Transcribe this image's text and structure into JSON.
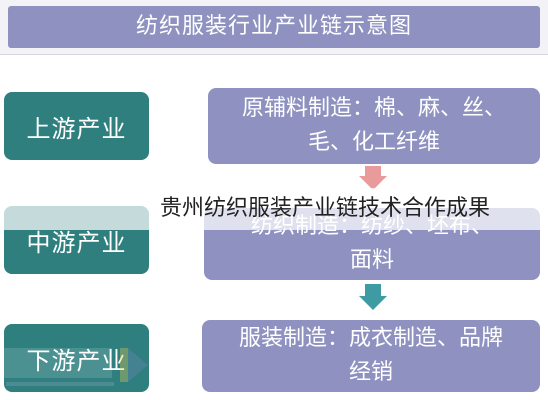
{
  "header": {
    "title": "纺织服装行业产业链示意图"
  },
  "stages": [
    {
      "label": "上游产业"
    },
    {
      "label": "中游产业"
    },
    {
      "label": "下游产业"
    }
  ],
  "descriptions": [
    {
      "line1": "原辅料制造：棉、麻、丝、",
      "line2": "毛、化工纤维"
    },
    {
      "line1": "纺织制造：纺纱、坯布、",
      "line2": "面料"
    },
    {
      "line1": "服装制造：成衣制造、品牌",
      "line2": "经销"
    }
  ],
  "overlay": {
    "caption": "贵州纺织服装产业链技术合作成果"
  },
  "colors": {
    "header": "#8f92c0",
    "stage_box": "#2f7f7f",
    "desc_box": "#8f92c0",
    "arrow_top": "#e99a9a",
    "arrow_bottom": "#3e9ba3"
  }
}
